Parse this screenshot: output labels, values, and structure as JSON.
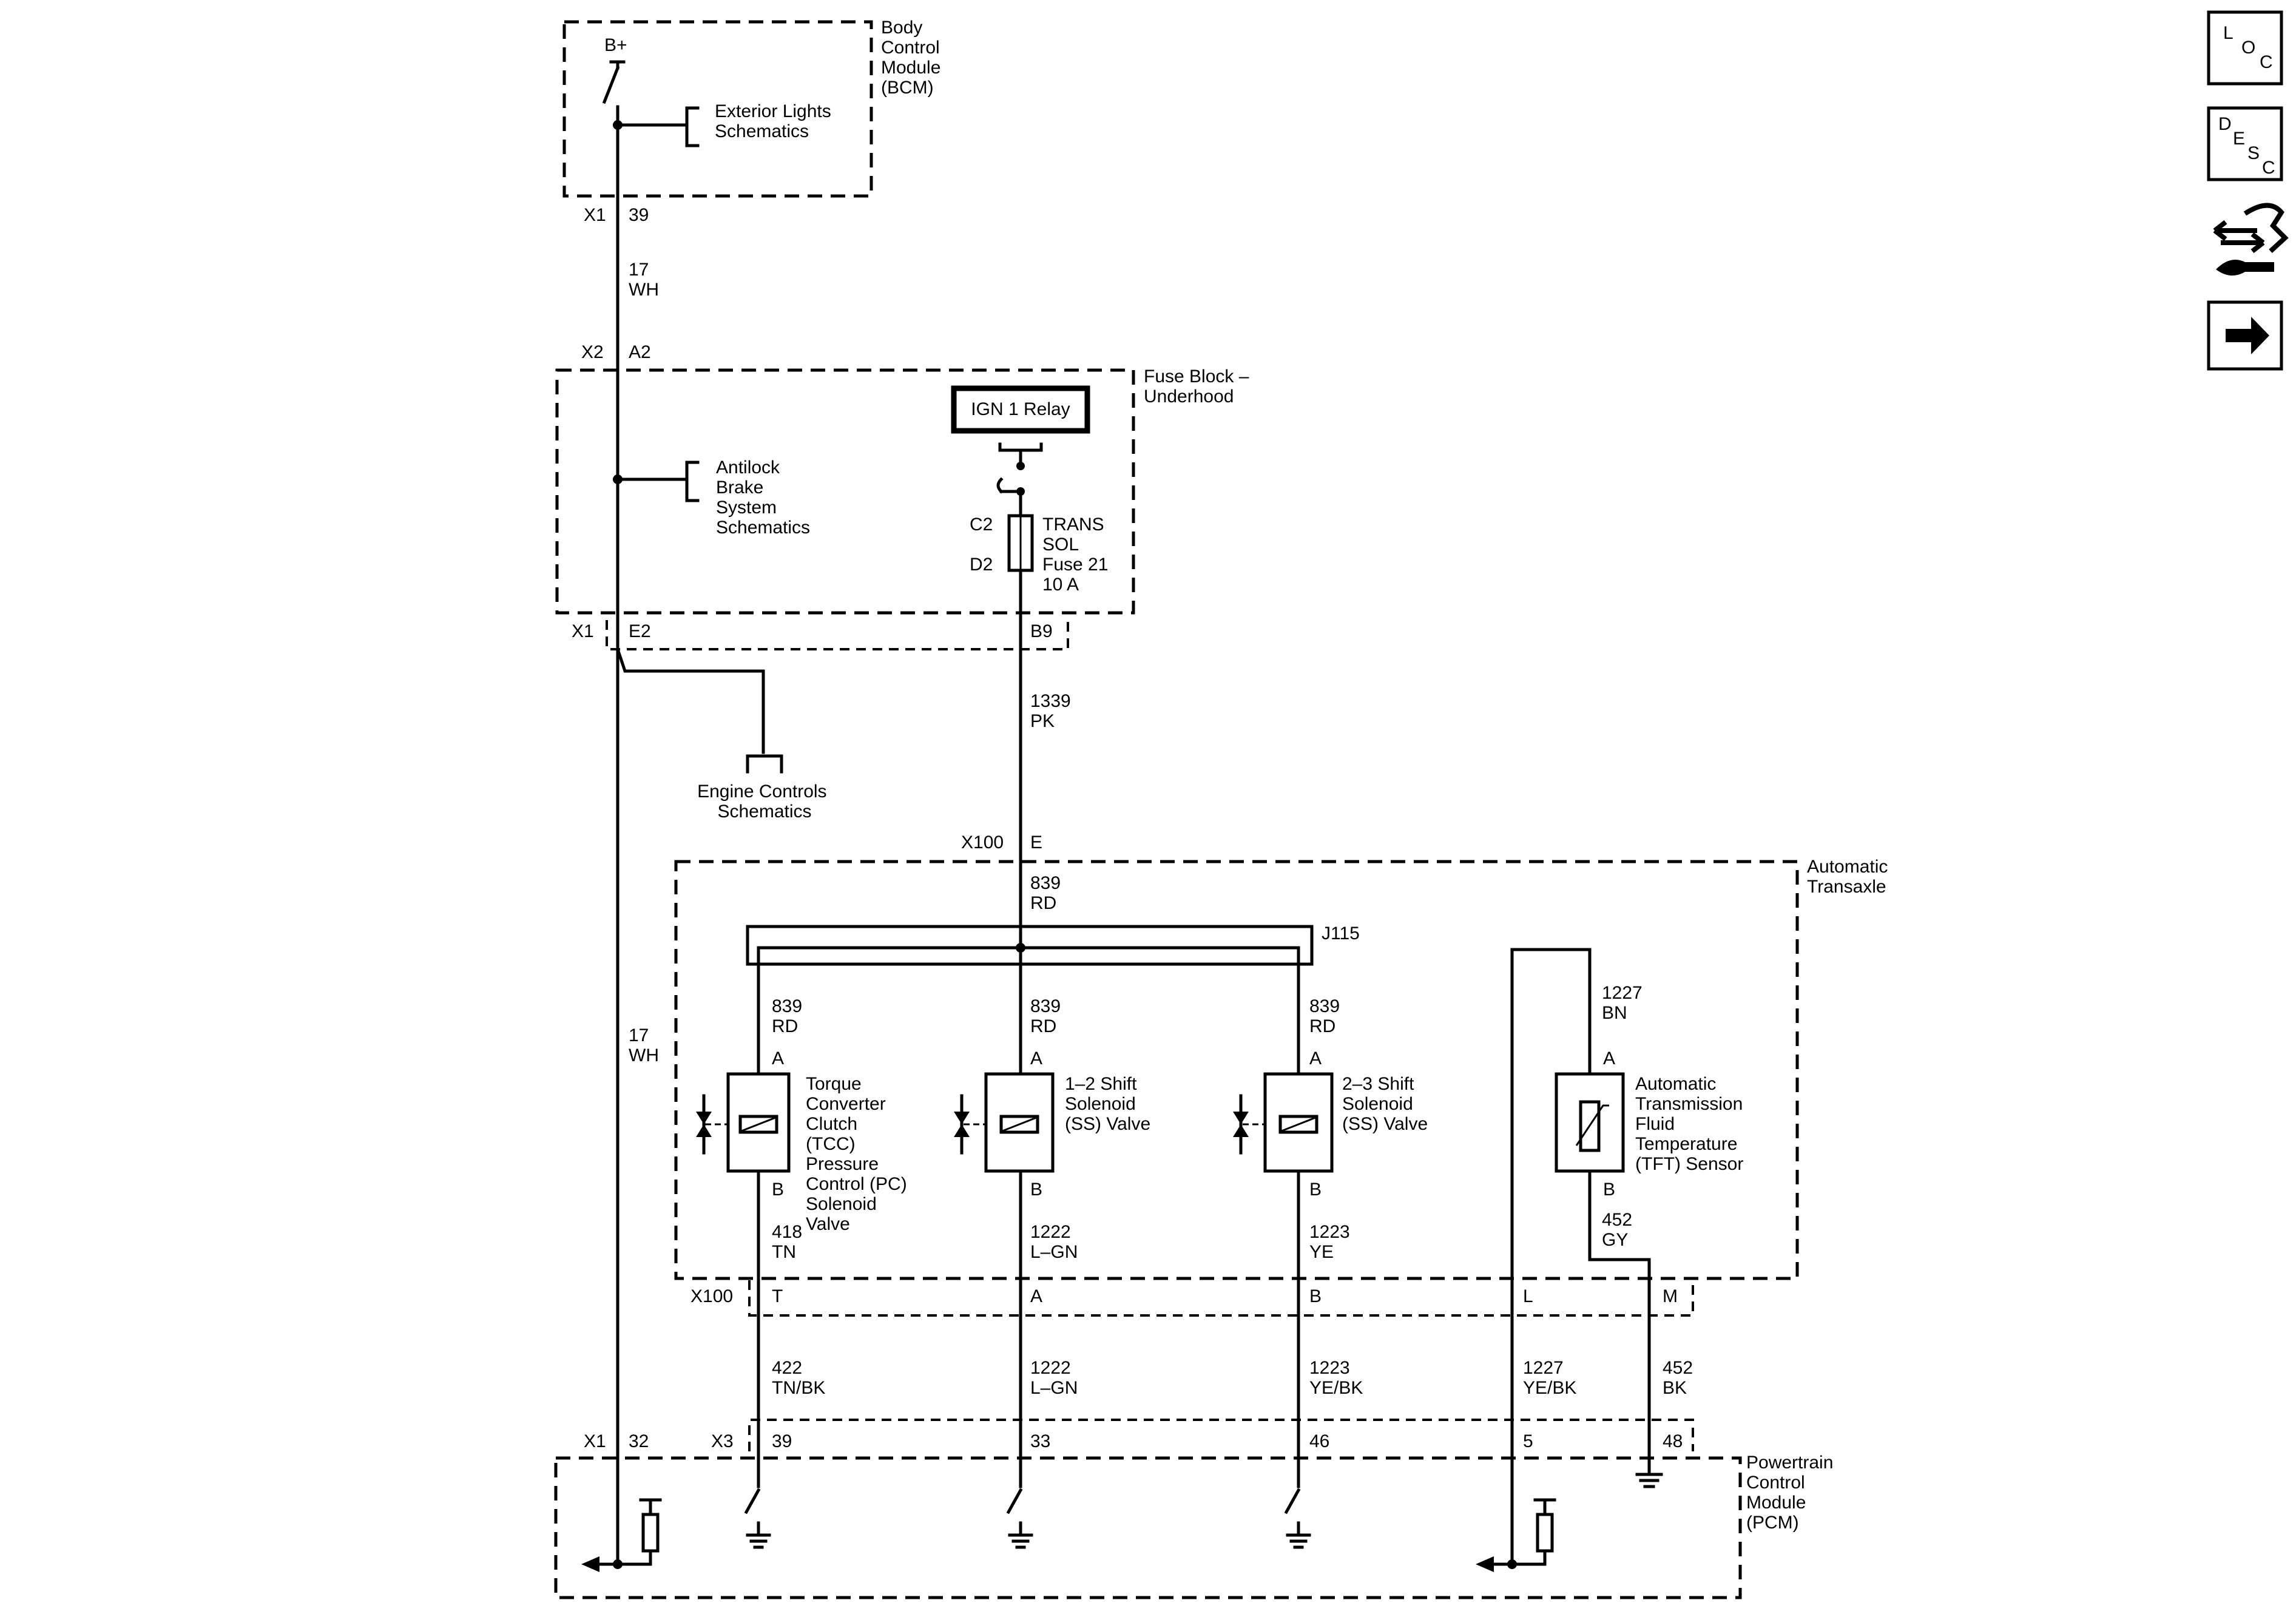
{
  "modules": {
    "bcm": [
      "Body",
      "Control",
      "Module",
      "(BCM)"
    ],
    "fuse_block": [
      "Fuse Block –",
      "Underhood"
    ],
    "transaxle": [
      "Automatic",
      "Transaxle"
    ],
    "pcm": [
      "Powertrain",
      "Control",
      "Module",
      "(PCM)"
    ]
  },
  "bcm": {
    "supply": "B+",
    "ext_lights": [
      "Exterior Lights",
      "Schematics"
    ]
  },
  "fuse": {
    "relay": "IGN 1 Relay",
    "c2": "C2",
    "d2": "D2",
    "label": [
      "TRANS",
      "SOL",
      "Fuse 21",
      "10 A"
    ],
    "abs": [
      "Antilock",
      "Brake",
      "System",
      "Schematics"
    ]
  },
  "engine_controls": [
    "Engine Controls",
    "Schematics"
  ],
  "connectors": {
    "bcm_x1": "X1",
    "bcm_x1_pin": "39",
    "fb_x2": "X2",
    "fb_x2_pin": "A2",
    "fb_x1": "X1",
    "fb_x1_e2": "E2",
    "fb_x1_b9": "B9",
    "x100_top": "X100",
    "x100_top_pin": "E",
    "splice": "J115",
    "x100_bottom": "X100",
    "x100_pins": [
      "T",
      "A",
      "B",
      "L",
      "M"
    ],
    "pcm_x1": "X1",
    "pcm_x1_pin": "32",
    "pcm_x3": "X3",
    "pcm_x3_pins": [
      "39",
      "33",
      "46",
      "5",
      "48"
    ]
  },
  "wires": {
    "w17_top": [
      "17",
      "WH"
    ],
    "w17_mid": [
      "17",
      "WH"
    ],
    "w1339": [
      "1339",
      "PK"
    ],
    "w839_main": [
      "839",
      "RD"
    ],
    "w839_tcc": [
      "839",
      "RD"
    ],
    "w839_12": [
      "839",
      "RD"
    ],
    "w839_23": [
      "839",
      "RD"
    ],
    "w1227_bn": [
      "1227",
      "BN"
    ],
    "w418": [
      "418",
      "TN"
    ],
    "w1222_a": [
      "1222",
      "L–GN"
    ],
    "w1223_a": [
      "1223",
      "YE"
    ],
    "w452_gy": [
      "452",
      "GY"
    ],
    "w422": [
      "422",
      "TN/BK"
    ],
    "w1222_b": [
      "1222",
      "L–GN"
    ],
    "w1223_b": [
      "1223",
      "YE/BK"
    ],
    "w1227_ye": [
      "1227",
      "YE/BK"
    ],
    "w452_bk": [
      "452",
      "BK"
    ]
  },
  "components": {
    "tcc": [
      "Torque",
      "Converter",
      "Clutch",
      "(TCC)",
      "Pressure",
      "Control (PC)",
      "Solenoid",
      "Valve"
    ],
    "ss12": [
      "1–2 Shift",
      "Solenoid",
      "(SS) Valve"
    ],
    "ss23": [
      "2–3 Shift",
      "Solenoid",
      "(SS) Valve"
    ],
    "tft": [
      "Automatic",
      "Transmission",
      "Fluid",
      "Temperature",
      "(TFT) Sensor"
    ],
    "pin_a": "A",
    "pin_b": "B"
  },
  "side_icons": {
    "loc": {
      "letters": [
        "L",
        "O",
        "C"
      ],
      "icon": "location-icon"
    },
    "desc": {
      "letters": [
        "D",
        "E",
        "S",
        "C"
      ],
      "icon": "description-icon"
    },
    "connector": {
      "icon": "connector-repair-icon"
    },
    "next": {
      "icon": "arrow-right-icon"
    }
  }
}
